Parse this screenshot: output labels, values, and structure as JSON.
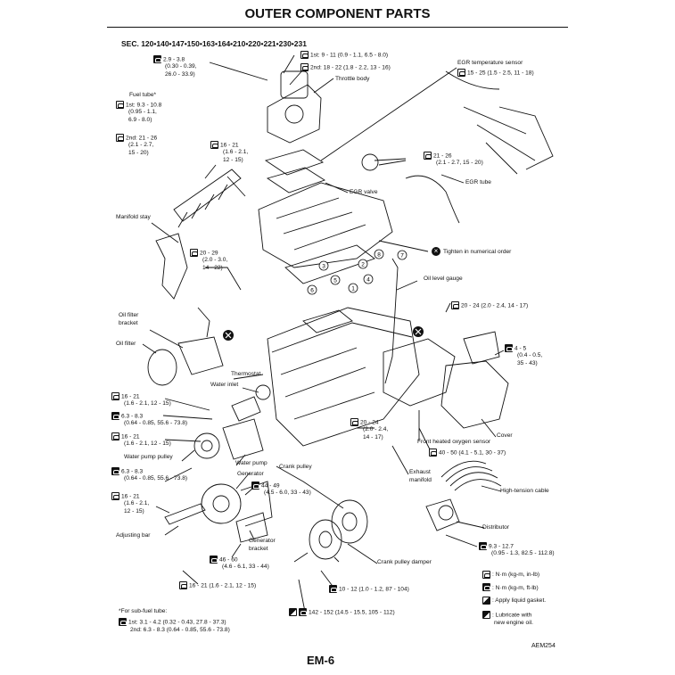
{
  "title": "OUTER COMPONENT PARTS",
  "section": "SEC. 120•140•147•150•163•164•210•220•221•230•231",
  "labels": {
    "torque_top_left": "2.9 - 3.8",
    "torque_top_left_2": "(0.30 - 0.39,",
    "torque_top_left_3": "26.0 - 33.9)",
    "fuel_tube": "Fuel tube*",
    "fuel_1st": "1st: 9.3 - 10.8",
    "fuel_1st_b": "(0.95 - 1.1,",
    "fuel_1st_c": "6.9 - 8.0)",
    "fuel_2nd": "2nd: 21 - 26",
    "fuel_2nd_b": "(2.1 - 2.7,",
    "fuel_2nd_c": "15 - 20)",
    "throttle_1st": "1st: 9 - 11 (0.9 - 1.1, 6.5 - 8.0)",
    "throttle_2nd": "2nd: 18 - 22 (1.8 - 2.2, 13 - 16)",
    "throttle_body": "Throttle body",
    "egr_temp_sensor": "EGR temperature sensor",
    "egr_temp_torque": "15 - 25 (1.5 - 2.5, 11 - 18)",
    "t16_a": "16 - 21",
    "t16_b": "(1.6 - 2.1,",
    "t16_c": "12 - 15)",
    "egr_valve_torque_a": "21 - 26",
    "egr_valve_torque_b": "(2.1 - 2.7, 15 - 20)",
    "egr_valve": "EGR valve",
    "egr_tube": "EGR tube",
    "manifold_stay": "Manifold stay",
    "tighten": "Tighten in numerical order",
    "t20_a": "20 - 29",
    "t20_b": "(2.0 - 3.0,",
    "t20_c": "14 - 22)",
    "oil_level_gauge": "Oil level gauge",
    "t20_24_top": "20 - 24 (2.0 - 2.4, 14 - 17)",
    "oil_filter_bracket_a": "Oil filter",
    "oil_filter_bracket_b": "bracket",
    "oil_filter": "Oil filter",
    "thermostat": "Thermostat",
    "water_inlet": "Water inlet",
    "t4_a": "4 - 5",
    "t4_b": "(0.4 - 0.5,",
    "t4_c": "35 - 43)",
    "t16_wi_a": "16 - 21",
    "t16_wi_b": "(1.6 - 2.1, 12 - 15)",
    "t63_a": "6.3 - 8.3",
    "t63_b": "(0.64 - 0.85, 55.6 - 73.8)",
    "t16_wp_a": "16 - 21",
    "t16_wp_b": "(1.6 - 2.1, 12 - 15)",
    "t20_24_ex_a": "20 - 24",
    "t20_24_ex_b": "(2.0 - 2.4,",
    "t20_24_ex_c": "14 - 17)",
    "cover": "Cover",
    "front_o2": "Front heated oxygen sensor",
    "o2_torque": "40 - 50 (4.1 - 5.1, 30 - 37)",
    "water_pump_pulley": "Water pump pulley",
    "water_pump": "Water pump",
    "crank_pulley": "Crank pulley",
    "exhaust_manifold_a": "Exhaust",
    "exhaust_manifold_b": "manifold",
    "t63_wp_a": "6.3 - 8.3",
    "t63_wp_b": "(0.64 - 0.85, 55.6 - 73.8)",
    "generator": "Generator",
    "t44_a": "44 - 49",
    "t44_b": "(4.5 - 6.0, 33 - 43)",
    "high_tension_cable": "High-tension cable",
    "t16_gen_a": "16 - 21",
    "t16_gen_b": "(1.6 - 2.1,",
    "t16_gen_c": "12 - 15)",
    "adjusting_bar": "Adjusting bar",
    "generator_bracket_a": "Generator",
    "generator_bracket_b": "bracket",
    "distributor": "Distributor",
    "t93_a": "9.3 - 12.7",
    "t93_b": "(0.95 - 1.3, 82.5 - 112.8)",
    "t46_a": "46 - 60",
    "t46_b": "(4.6 - 6.1, 33 - 44)",
    "crank_pulley_damper": "Crank pulley damper",
    "t16_bottom": "16 - 21 (1.6 - 2.1, 12 - 15)",
    "t10_bottom": "10 - 12 (1.0 - 1.2, 87 - 104)",
    "t142_bottom": "142 - 152 (14.5 - 15.5, 105 - 112)",
    "sub_fuel_title": "*For sub-fuel tube:",
    "sub_fuel_1st": "1st: 3.1 - 4.2 (0.32 - 0.43, 27.8 - 37.3)",
    "sub_fuel_2nd": "2nd: 6.3 - 8.3 (0.64 - 0.85, 55.6 - 73.8)"
  },
  "sequence_numbers": [
    "1",
    "2",
    "3",
    "4",
    "5",
    "6",
    "7",
    "8"
  ],
  "legend": [
    {
      "icon": "torque-wrench-icon",
      "text": ": N·m (kg-m, in-lb)"
    },
    {
      "icon": "torque-wrench-dark-icon",
      "text": ": N·m (kg-m, ft-lb)"
    },
    {
      "icon": "liquid-gasket-icon",
      "text": ": Apply liquid gasket."
    },
    {
      "icon": "engine-oil-icon",
      "text": ": Lubricate with"
    },
    {
      "icon": "none",
      "text": "new engine oil."
    }
  ],
  "footer_code": "AEM254",
  "page_number": "EM-6",
  "colors": {
    "ink": "#111111",
    "paper": "#ffffff"
  }
}
